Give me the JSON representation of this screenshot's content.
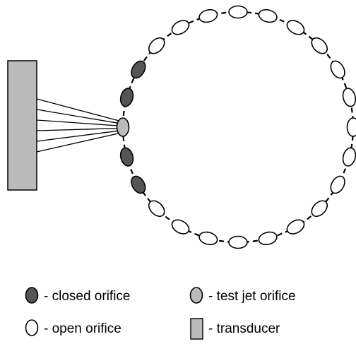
{
  "diagram": {
    "legend": {
      "closed": "- closed orifice",
      "test_jet": "- test jet orifice",
      "open": "- open orifice",
      "transducer": "- transducer"
    },
    "colors": {
      "closed": "#555555",
      "test_jet": "#bbbbbb",
      "open": "#ffffff",
      "transducer": "#bbbbbb",
      "stroke": "#000000"
    },
    "orifice_count": 24,
    "orifice_states": [
      "test_jet",
      "closed",
      "closed",
      "open",
      "open",
      "open",
      "open",
      "open",
      "open",
      "open",
      "open",
      "open",
      "open",
      "open",
      "open",
      "open",
      "open",
      "open",
      "open",
      "open",
      "open",
      "open",
      "closed",
      "closed"
    ],
    "tube_count": 6
  }
}
